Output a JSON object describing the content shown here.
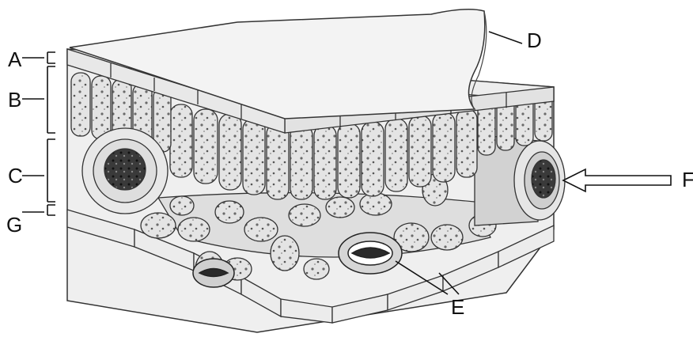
{
  "labels": {
    "A": "A",
    "B": "B",
    "C": "C",
    "D": "D",
    "E": "E",
    "F": "F",
    "G": "G"
  },
  "colors": {
    "cell_fill": "#e9e9e9",
    "cell_stroke": "#3a3a3a",
    "dark": "#222222",
    "cuticle": "#f4f4f4"
  }
}
